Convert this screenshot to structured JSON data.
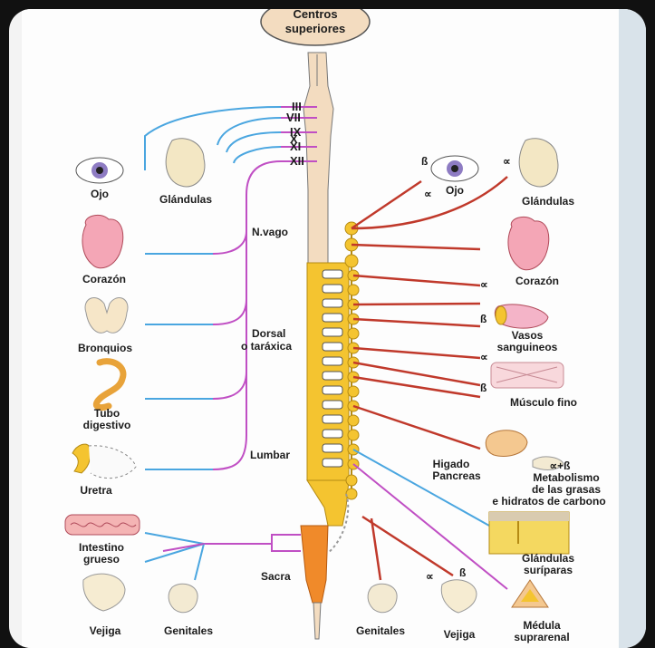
{
  "top_box": {
    "line1": "Centros",
    "line2": "superiores"
  },
  "cranial_nerves": [
    "III",
    "VII",
    "IX",
    "X",
    "XI",
    "XII"
  ],
  "spine_labels": {
    "vago": "N.vago",
    "dorsal_1": "Dorsal",
    "dorsal_2": "o taráxica",
    "lumbar": "Lumbar",
    "sacra": "Sacra"
  },
  "left_organs": {
    "ojo": "Ojo",
    "glandulas": "Glándulas",
    "corazon": "Corazón",
    "bronquios": "Bronquios",
    "tubo_1": "Tubo",
    "tubo_2": "digestivo",
    "uretra": "Uretra",
    "intestino_1": "Intestino",
    "intestino_2": "grueso",
    "vejiga": "Vejiga",
    "genitales": "Genitales"
  },
  "right_organs": {
    "ojo": "Ojo",
    "glandulas": "Glándulas",
    "corazon": "Corazón",
    "vasos_1": "Vasos",
    "vasos_2": "sanguineos",
    "musculo": "Músculo fino",
    "higado_1": "Higado",
    "higado_2": "Pancreas",
    "metab_1": "∝+ß",
    "metab_2": "Metabolismo",
    "metab_3": "de las grasas",
    "metab_4": "e hidratos de carbono",
    "sudor_1": "Glándulas",
    "sudor_2": "suríparas",
    "genitales": "Genitales",
    "vejiga": "Vejiga",
    "medula_1": "Médula",
    "medula_2": "suprarenal"
  },
  "receptors": {
    "beta": "ß",
    "alpha": "∝"
  },
  "colors": {
    "parasympathetic": "#c04fc4",
    "efferent_blue": "#4aa6e0",
    "sympathetic": "#c0392b",
    "spine_yellow": "#f4c430",
    "spine_beige": "#f3dcc0"
  }
}
